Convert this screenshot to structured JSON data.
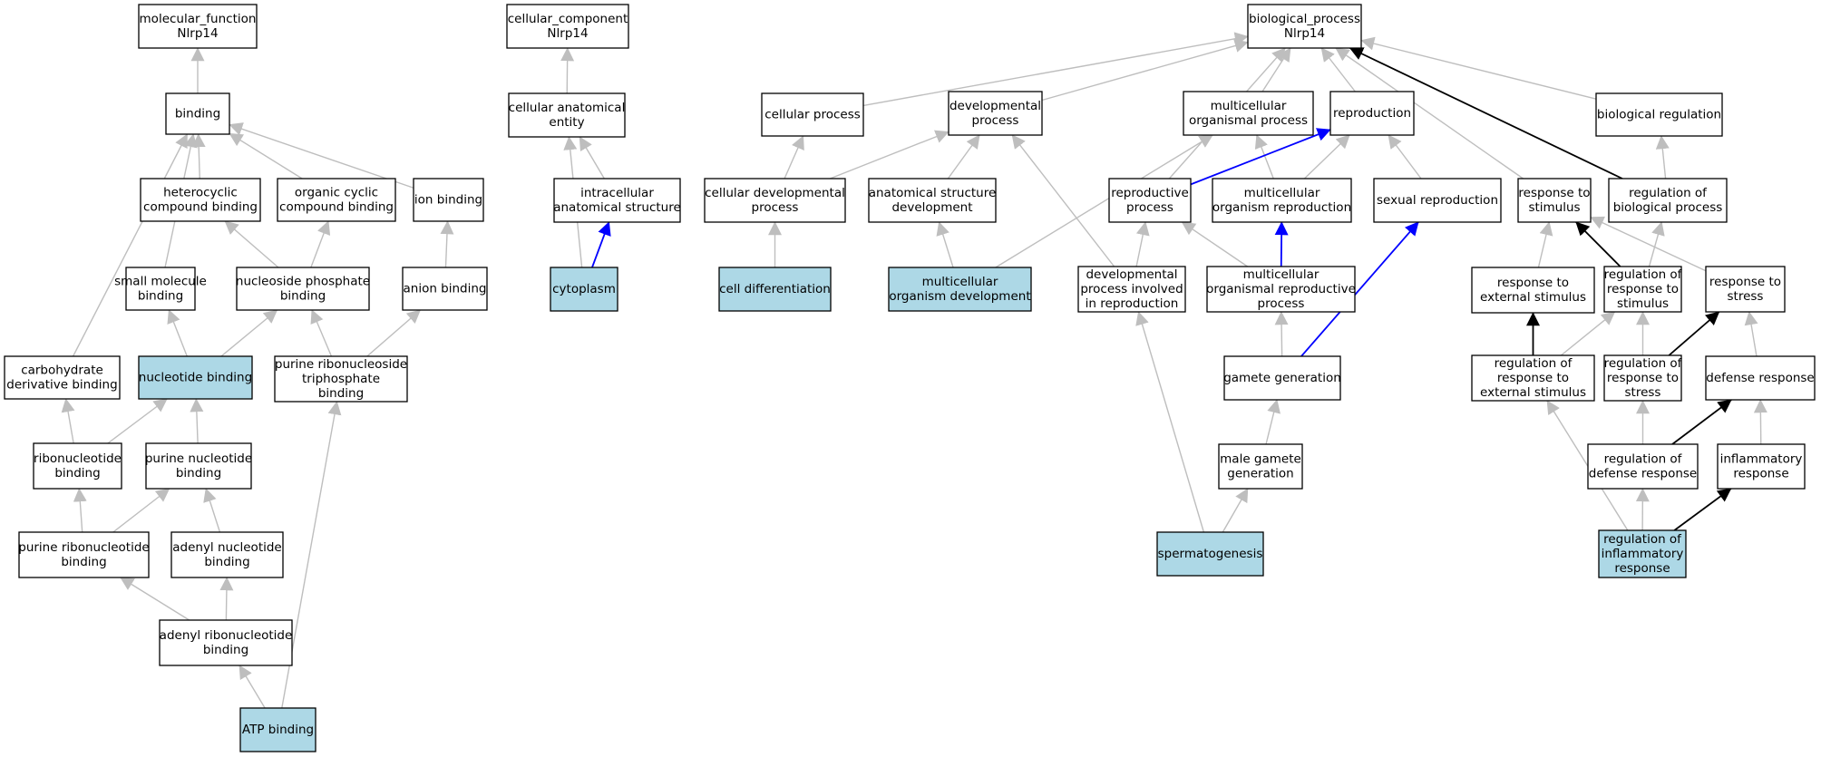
{
  "graph": {
    "colors": {
      "node_fill": "#ffffff",
      "highlight_fill": "#add8e6",
      "edge_default": "#bebebe",
      "edge_positive": "#000000",
      "edge_part_of": "#0000ff"
    },
    "nodes": [
      {
        "id": "mf_root",
        "lines": [
          "molecular_function",
          "Nlrp14"
        ],
        "highlight": false
      },
      {
        "id": "binding",
        "lines": [
          "binding"
        ],
        "highlight": false
      },
      {
        "id": "heterocyclic_binding",
        "lines": [
          "heterocyclic",
          "compound binding"
        ],
        "highlight": false
      },
      {
        "id": "organic_cyclic_binding",
        "lines": [
          "organic cyclic",
          "compound binding"
        ],
        "highlight": false
      },
      {
        "id": "ion_binding",
        "lines": [
          "ion binding"
        ],
        "highlight": false
      },
      {
        "id": "small_molecule_binding",
        "lines": [
          "small molecule",
          "binding"
        ],
        "highlight": false
      },
      {
        "id": "nucleoside_phosphate_binding",
        "lines": [
          "nucleoside phosphate",
          "binding"
        ],
        "highlight": false
      },
      {
        "id": "anion_binding",
        "lines": [
          "anion binding"
        ],
        "highlight": false
      },
      {
        "id": "carbohydrate_derivative_binding",
        "lines": [
          "carbohydrate",
          "derivative binding"
        ],
        "highlight": false
      },
      {
        "id": "nucleotide_binding",
        "lines": [
          "nucleotide binding"
        ],
        "highlight": true
      },
      {
        "id": "purine_ribonucleoside_triphosphate_binding",
        "lines": [
          "purine ribonucleoside",
          "triphosphate",
          "binding"
        ],
        "highlight": false
      },
      {
        "id": "ribonucleotide_binding",
        "lines": [
          "ribonucleotide",
          "binding"
        ],
        "highlight": false
      },
      {
        "id": "purine_nucleotide_binding",
        "lines": [
          "purine nucleotide",
          "binding"
        ],
        "highlight": false
      },
      {
        "id": "purine_ribonucleotide_binding",
        "lines": [
          "purine ribonucleotide",
          "binding"
        ],
        "highlight": false
      },
      {
        "id": "adenyl_nucleotide_binding",
        "lines": [
          "adenyl nucleotide",
          "binding"
        ],
        "highlight": false
      },
      {
        "id": "adenyl_ribonucleotide_binding",
        "lines": [
          "adenyl ribonucleotide",
          "binding"
        ],
        "highlight": false
      },
      {
        "id": "atp_binding",
        "lines": [
          "ATP binding"
        ],
        "highlight": true
      },
      {
        "id": "cc_root",
        "lines": [
          "cellular_component",
          "Nlrp14"
        ],
        "highlight": false
      },
      {
        "id": "cellular_anatomical_entity",
        "lines": [
          "cellular anatomical",
          "entity"
        ],
        "highlight": false
      },
      {
        "id": "intracellular_anatomical_structure",
        "lines": [
          "intracellular",
          "anatomical structure"
        ],
        "highlight": false
      },
      {
        "id": "cytoplasm",
        "lines": [
          "cytoplasm"
        ],
        "highlight": true
      },
      {
        "id": "bp_root",
        "lines": [
          "biological_process",
          "Nlrp14"
        ],
        "highlight": false
      },
      {
        "id": "cellular_process",
        "lines": [
          "cellular process"
        ],
        "highlight": false
      },
      {
        "id": "developmental_process",
        "lines": [
          "developmental",
          "process"
        ],
        "highlight": false
      },
      {
        "id": "multicellular_organismal_process",
        "lines": [
          "multicellular",
          "organismal process"
        ],
        "highlight": false
      },
      {
        "id": "reproduction",
        "lines": [
          "reproduction"
        ],
        "highlight": false
      },
      {
        "id": "biological_regulation",
        "lines": [
          "biological regulation"
        ],
        "highlight": false
      },
      {
        "id": "cellular_developmental_process",
        "lines": [
          "cellular developmental",
          "process"
        ],
        "highlight": false
      },
      {
        "id": "anatomical_structure_development",
        "lines": [
          "anatomical structure",
          "development"
        ],
        "highlight": false
      },
      {
        "id": "reproductive_process",
        "lines": [
          "reproductive",
          "process"
        ],
        "highlight": false
      },
      {
        "id": "multicellular_organism_reproduction",
        "lines": [
          "multicellular",
          "organism reproduction"
        ],
        "highlight": false
      },
      {
        "id": "sexual_reproduction",
        "lines": [
          "sexual reproduction"
        ],
        "highlight": false
      },
      {
        "id": "response_to_stimulus",
        "lines": [
          "response to",
          "stimulus"
        ],
        "highlight": false
      },
      {
        "id": "regulation_of_biological_process",
        "lines": [
          "regulation of",
          "biological process"
        ],
        "highlight": false
      },
      {
        "id": "cell_differentiation",
        "lines": [
          "cell differentiation"
        ],
        "highlight": true
      },
      {
        "id": "multicellular_organism_development",
        "lines": [
          "multicellular",
          "organism development"
        ],
        "highlight": true
      },
      {
        "id": "developmental_process_involved_in_reproduction",
        "lines": [
          "developmental",
          "process involved",
          "in reproduction"
        ],
        "highlight": false
      },
      {
        "id": "multicellular_organismal_reproductive_process",
        "lines": [
          "multicellular",
          "organismal reproductive",
          "process"
        ],
        "highlight": false
      },
      {
        "id": "response_to_external_stimulus",
        "lines": [
          "response to",
          "external stimulus"
        ],
        "highlight": false
      },
      {
        "id": "regulation_of_response_to_stimulus",
        "lines": [
          "regulation of",
          "response to",
          "stimulus"
        ],
        "highlight": false
      },
      {
        "id": "response_to_stress",
        "lines": [
          "response to",
          "stress"
        ],
        "highlight": false
      },
      {
        "id": "gamete_generation",
        "lines": [
          "gamete generation"
        ],
        "highlight": false
      },
      {
        "id": "regulation_of_response_to_external_stimulus",
        "lines": [
          "regulation of",
          "response to",
          "external stimulus"
        ],
        "highlight": false
      },
      {
        "id": "regulation_of_response_to_stress",
        "lines": [
          "regulation of",
          "response to",
          "stress"
        ],
        "highlight": false
      },
      {
        "id": "defense_response",
        "lines": [
          "defense response"
        ],
        "highlight": false
      },
      {
        "id": "male_gamete_generation",
        "lines": [
          "male gamete",
          "generation"
        ],
        "highlight": false
      },
      {
        "id": "regulation_of_defense_response",
        "lines": [
          "regulation of",
          "defense response"
        ],
        "highlight": false
      },
      {
        "id": "inflammatory_response",
        "lines": [
          "inflammatory",
          "response"
        ],
        "highlight": false
      },
      {
        "id": "spermatogenesis",
        "lines": [
          "spermatogenesis"
        ],
        "highlight": true
      },
      {
        "id": "regulation_of_inflammatory_response",
        "lines": [
          "regulation of",
          "inflammatory",
          "response"
        ],
        "highlight": true
      }
    ],
    "edges": [
      {
        "from": "binding",
        "to": "mf_root",
        "kind": "default"
      },
      {
        "from": "heterocyclic_binding",
        "to": "binding",
        "kind": "default"
      },
      {
        "from": "organic_cyclic_binding",
        "to": "binding",
        "kind": "default"
      },
      {
        "from": "ion_binding",
        "to": "binding",
        "kind": "default"
      },
      {
        "from": "small_molecule_binding",
        "to": "binding",
        "kind": "default"
      },
      {
        "from": "carbohydrate_derivative_binding",
        "to": "binding",
        "kind": "default"
      },
      {
        "from": "nucleoside_phosphate_binding",
        "to": "heterocyclic_binding",
        "kind": "default"
      },
      {
        "from": "nucleoside_phosphate_binding",
        "to": "organic_cyclic_binding",
        "kind": "default"
      },
      {
        "from": "anion_binding",
        "to": "ion_binding",
        "kind": "default"
      },
      {
        "from": "nucleotide_binding",
        "to": "small_molecule_binding",
        "kind": "default"
      },
      {
        "from": "nucleotide_binding",
        "to": "nucleoside_phosphate_binding",
        "kind": "default"
      },
      {
        "from": "purine_ribonucleoside_triphosphate_binding",
        "to": "nucleoside_phosphate_binding",
        "kind": "default"
      },
      {
        "from": "purine_ribonucleoside_triphosphate_binding",
        "to": "anion_binding",
        "kind": "default"
      },
      {
        "from": "ribonucleotide_binding",
        "to": "carbohydrate_derivative_binding",
        "kind": "default"
      },
      {
        "from": "ribonucleotide_binding",
        "to": "nucleotide_binding",
        "kind": "default"
      },
      {
        "from": "purine_nucleotide_binding",
        "to": "nucleotide_binding",
        "kind": "default"
      },
      {
        "from": "purine_ribonucleotide_binding",
        "to": "ribonucleotide_binding",
        "kind": "default"
      },
      {
        "from": "purine_ribonucleotide_binding",
        "to": "purine_nucleotide_binding",
        "kind": "default"
      },
      {
        "from": "adenyl_nucleotide_binding",
        "to": "purine_nucleotide_binding",
        "kind": "default"
      },
      {
        "from": "adenyl_ribonucleotide_binding",
        "to": "purine_ribonucleotide_binding",
        "kind": "default"
      },
      {
        "from": "adenyl_ribonucleotide_binding",
        "to": "adenyl_nucleotide_binding",
        "kind": "default"
      },
      {
        "from": "atp_binding",
        "to": "adenyl_ribonucleotide_binding",
        "kind": "default"
      },
      {
        "from": "atp_binding",
        "to": "purine_ribonucleoside_triphosphate_binding",
        "kind": "default"
      },
      {
        "from": "cellular_anatomical_entity",
        "to": "cc_root",
        "kind": "default"
      },
      {
        "from": "intracellular_anatomical_structure",
        "to": "cellular_anatomical_entity",
        "kind": "default"
      },
      {
        "from": "cytoplasm",
        "to": "cellular_anatomical_entity",
        "kind": "default"
      },
      {
        "from": "cytoplasm",
        "to": "intracellular_anatomical_structure",
        "kind": "part_of"
      },
      {
        "from": "cellular_process",
        "to": "bp_root",
        "kind": "default"
      },
      {
        "from": "developmental_process",
        "to": "bp_root",
        "kind": "default"
      },
      {
        "from": "multicellular_organismal_process",
        "to": "bp_root",
        "kind": "default"
      },
      {
        "from": "reproduction",
        "to": "bp_root",
        "kind": "default"
      },
      {
        "from": "reproductive_process",
        "to": "bp_root",
        "kind": "default"
      },
      {
        "from": "biological_regulation",
        "to": "bp_root",
        "kind": "default"
      },
      {
        "from": "response_to_stimulus",
        "to": "bp_root",
        "kind": "default"
      },
      {
        "from": "regulation_of_biological_process",
        "to": "bp_root",
        "kind": "positive"
      },
      {
        "from": "cellular_developmental_process",
        "to": "cellular_process",
        "kind": "default"
      },
      {
        "from": "cellular_developmental_process",
        "to": "developmental_process",
        "kind": "default"
      },
      {
        "from": "anatomical_structure_development",
        "to": "developmental_process",
        "kind": "default"
      },
      {
        "from": "developmental_process_involved_in_reproduction",
        "to": "developmental_process",
        "kind": "default"
      },
      {
        "from": "multicellular_organism_development",
        "to": "multicellular_organismal_process",
        "kind": "default"
      },
      {
        "from": "multicellular_organism_reproduction",
        "to": "multicellular_organismal_process",
        "kind": "default"
      },
      {
        "from": "multicellular_organism_reproduction",
        "to": "reproduction",
        "kind": "default"
      },
      {
        "from": "reproductive_process",
        "to": "reproduction",
        "kind": "part_of"
      },
      {
        "from": "sexual_reproduction",
        "to": "reproduction",
        "kind": "default"
      },
      {
        "from": "regulation_of_biological_process",
        "to": "biological_regulation",
        "kind": "default"
      },
      {
        "from": "cell_differentiation",
        "to": "cellular_developmental_process",
        "kind": "default"
      },
      {
        "from": "multicellular_organism_development",
        "to": "anatomical_structure_development",
        "kind": "default"
      },
      {
        "from": "developmental_process_involved_in_reproduction",
        "to": "reproductive_process",
        "kind": "default"
      },
      {
        "from": "multicellular_organismal_reproductive_process",
        "to": "reproductive_process",
        "kind": "default"
      },
      {
        "from": "multicellular_organismal_reproductive_process",
        "to": "multicellular_organism_reproduction",
        "kind": "part_of"
      },
      {
        "from": "gamete_generation",
        "to": "multicellular_organismal_reproductive_process",
        "kind": "default"
      },
      {
        "from": "gamete_generation",
        "to": "sexual_reproduction",
        "kind": "part_of"
      },
      {
        "from": "male_gamete_generation",
        "to": "gamete_generation",
        "kind": "default"
      },
      {
        "from": "spermatogenesis",
        "to": "male_gamete_generation",
        "kind": "default"
      },
      {
        "from": "spermatogenesis",
        "to": "developmental_process_involved_in_reproduction",
        "kind": "default"
      },
      {
        "from": "response_to_external_stimulus",
        "to": "response_to_stimulus",
        "kind": "default"
      },
      {
        "from": "response_to_stress",
        "to": "response_to_stimulus",
        "kind": "default"
      },
      {
        "from": "regulation_of_response_to_stimulus",
        "to": "response_to_stimulus",
        "kind": "positive"
      },
      {
        "from": "regulation_of_response_to_stimulus",
        "to": "regulation_of_biological_process",
        "kind": "default"
      },
      {
        "from": "regulation_of_response_to_external_stimulus",
        "to": "response_to_external_stimulus",
        "kind": "positive"
      },
      {
        "from": "regulation_of_response_to_external_stimulus",
        "to": "regulation_of_response_to_stimulus",
        "kind": "default"
      },
      {
        "from": "regulation_of_response_to_stress",
        "to": "regulation_of_response_to_stimulus",
        "kind": "default"
      },
      {
        "from": "regulation_of_response_to_stress",
        "to": "response_to_stress",
        "kind": "positive"
      },
      {
        "from": "defense_response",
        "to": "response_to_stress",
        "kind": "default"
      },
      {
        "from": "regulation_of_defense_response",
        "to": "regulation_of_response_to_stress",
        "kind": "default"
      },
      {
        "from": "regulation_of_defense_response",
        "to": "defense_response",
        "kind": "positive"
      },
      {
        "from": "inflammatory_response",
        "to": "defense_response",
        "kind": "default"
      },
      {
        "from": "regulation_of_inflammatory_response",
        "to": "regulation_of_response_to_external_stimulus",
        "kind": "default"
      },
      {
        "from": "regulation_of_inflammatory_response",
        "to": "regulation_of_defense_response",
        "kind": "default"
      },
      {
        "from": "regulation_of_inflammatory_response",
        "to": "inflammatory_response",
        "kind": "positive"
      }
    ]
  }
}
